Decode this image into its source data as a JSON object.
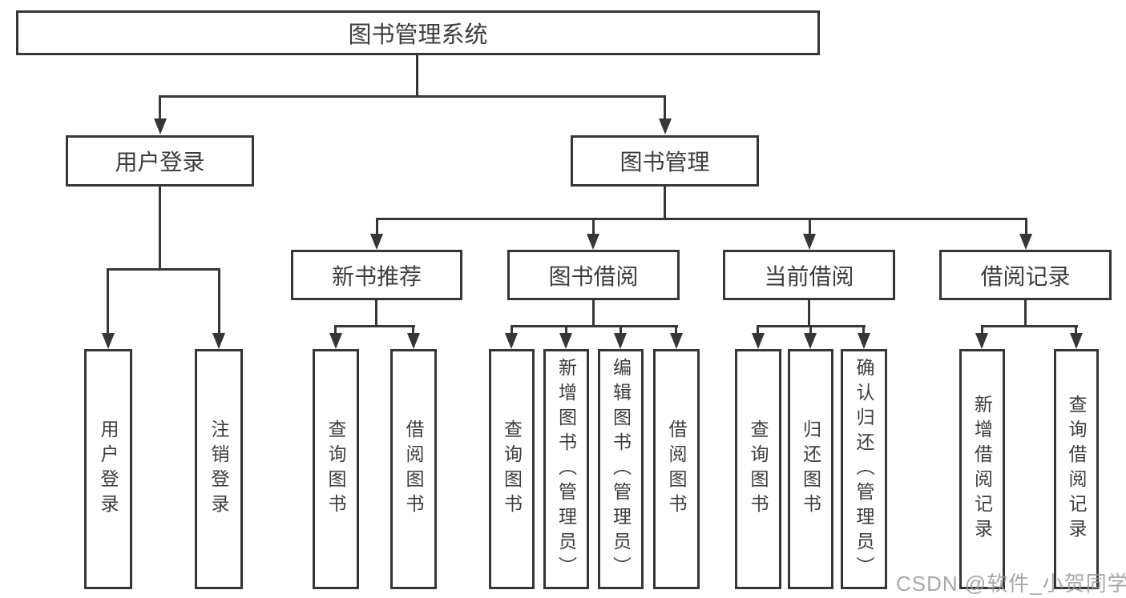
{
  "tree": {
    "root": {
      "label": "图书管理系统"
    },
    "branches": [
      {
        "label": "用户登录",
        "children": [
          {
            "label": "用户登录"
          },
          {
            "label": "注销登录"
          }
        ]
      },
      {
        "label": "图书管理",
        "children": [
          {
            "label": "新书推荐",
            "children": [
              {
                "label": "查询图书"
              },
              {
                "label": "借阅图书"
              }
            ]
          },
          {
            "label": "图书借阅",
            "children": [
              {
                "label": "查询图书"
              },
              {
                "label": "新增图书（管理员）"
              },
              {
                "label": "编辑图书（管理员）"
              },
              {
                "label": "借阅图书"
              }
            ]
          },
          {
            "label": "当前借阅",
            "children": [
              {
                "label": "查询图书"
              },
              {
                "label": "归还图书"
              },
              {
                "label": "确认归还（管理员）"
              }
            ]
          },
          {
            "label": "借阅记录",
            "children": [
              {
                "label": "新增借阅记录"
              },
              {
                "label": "查询借阅记录"
              }
            ]
          }
        ]
      }
    ]
  },
  "watermark": "CSDN @软件_小贺同学",
  "colors": {
    "line": "#363636",
    "text": "#3d3d3d",
    "watermark": "#9a9a9a",
    "background": "#ffffff"
  }
}
